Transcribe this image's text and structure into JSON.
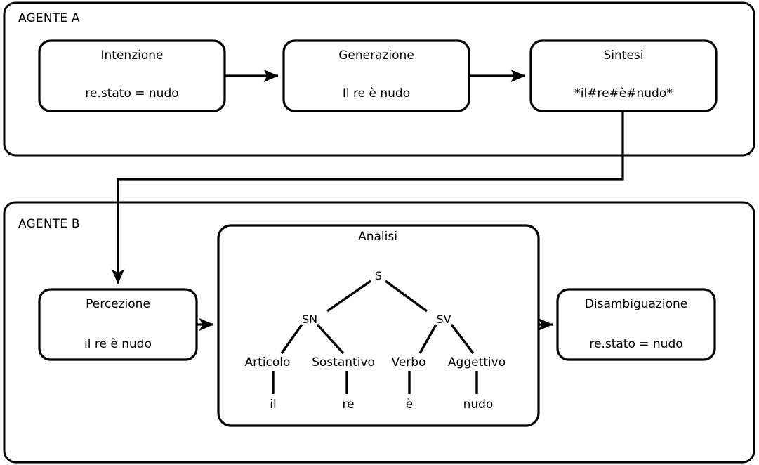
{
  "diagram": {
    "title_absent": true,
    "stroke_color": "#000000",
    "background_color": "#ffffff",
    "agents": [
      {
        "id": "agent-a",
        "label": "AGENTE A",
        "boxes": [
          {
            "id": "intenzione",
            "title": "Intenzione",
            "content": "re.stato = nudo"
          },
          {
            "id": "generazione",
            "title": "Generazione",
            "content": "Il re è nudo"
          },
          {
            "id": "sintesi",
            "title": "Sintesi",
            "content": "*il#re#è#nudo*"
          }
        ]
      },
      {
        "id": "agent-b",
        "label": "AGENTE B",
        "boxes": [
          {
            "id": "percezione",
            "title": "Percezione",
            "content": "il re è nudo"
          },
          {
            "id": "analisi",
            "title": "Analisi",
            "content": ""
          },
          {
            "id": "disambiguazione",
            "title": "Disambiguazione",
            "content": "re.stato = nudo"
          }
        ]
      }
    ],
    "parse_tree": {
      "root": "S",
      "nonterminals": [
        "S",
        "SN",
        "SV"
      ],
      "preterminals": [
        "Articolo",
        "Sostantivo",
        "Verbo",
        "Aggettivo"
      ],
      "terminals": [
        "il",
        "re",
        "è",
        "nudo"
      ],
      "edges": [
        [
          "S",
          "SN"
        ],
        [
          "S",
          "SV"
        ],
        [
          "SN",
          "Articolo"
        ],
        [
          "SN",
          "Sostantivo"
        ],
        [
          "SV",
          "Verbo"
        ],
        [
          "SV",
          "Aggettivo"
        ],
        [
          "Articolo",
          "il"
        ],
        [
          "Sostantivo",
          "re"
        ],
        [
          "Verbo",
          "è"
        ],
        [
          "Aggettivo",
          "nudo"
        ]
      ]
    },
    "arrows": [
      {
        "from": "intenzione",
        "to": "generazione"
      },
      {
        "from": "generazione",
        "to": "sintesi"
      },
      {
        "from": "sintesi",
        "to": "percezione"
      },
      {
        "from": "percezione",
        "to": "analisi"
      },
      {
        "from": "analisi",
        "to": "disambiguazione"
      }
    ]
  }
}
